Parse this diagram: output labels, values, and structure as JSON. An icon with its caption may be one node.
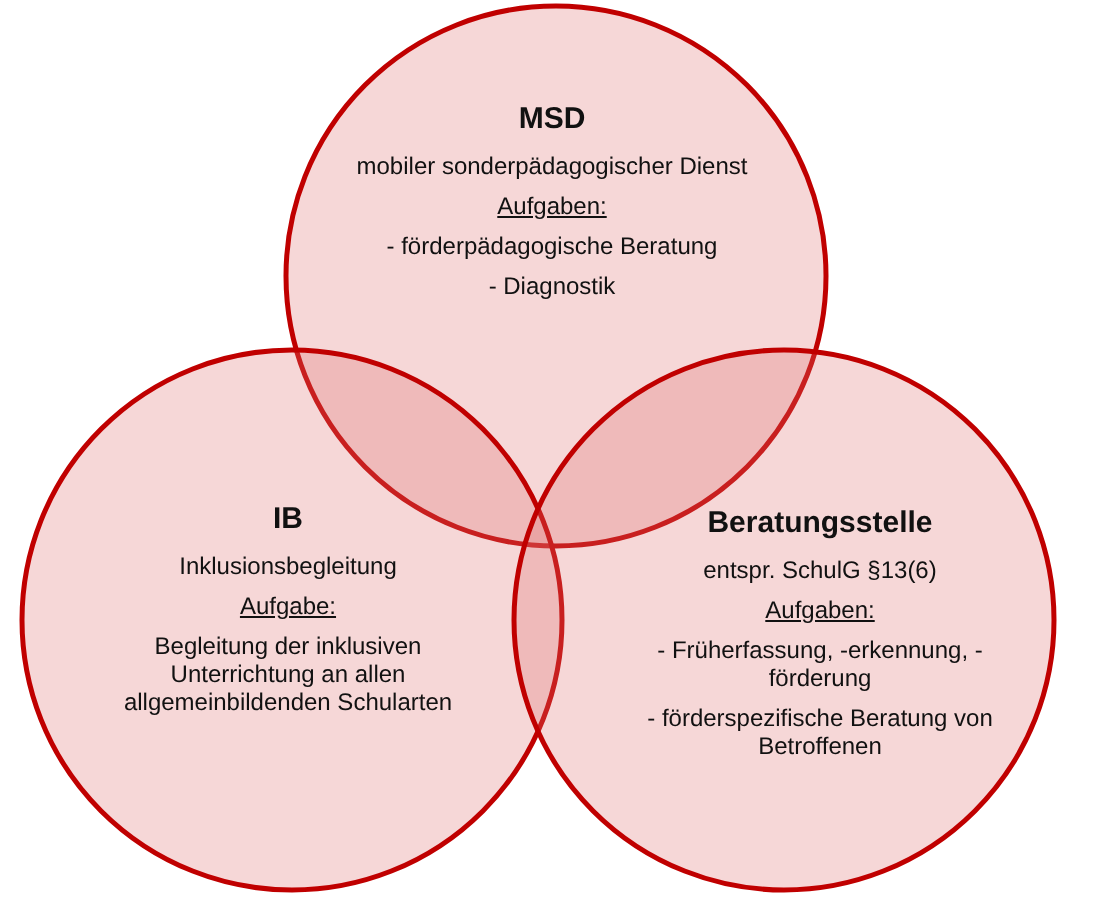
{
  "diagram": {
    "nodes": [
      {
        "text": [
          "MSD",
          "mobiler sonderpädagogischer Dienst",
          "Aufgaben:",
          "- förderpädagogische Beratung",
          "- Diagnostik"
        ]
      },
      {
        "text": [
          "IB",
          "Inklusionsbegleitung",
          "Aufgabe:",
          "Begleitung der inklusiven Unterrichtung an allen allgemeinbildenden Schularten"
        ]
      },
      {
        "text": [
          "Beratungsstelle",
          "entspr. SchulG §13(6)",
          "Aufgaben:",
          "- Früherfassung, -erkennung, -förderung",
          "- förderspezifische Beratung von Betroffenen"
        ]
      }
    ]
  }
}
